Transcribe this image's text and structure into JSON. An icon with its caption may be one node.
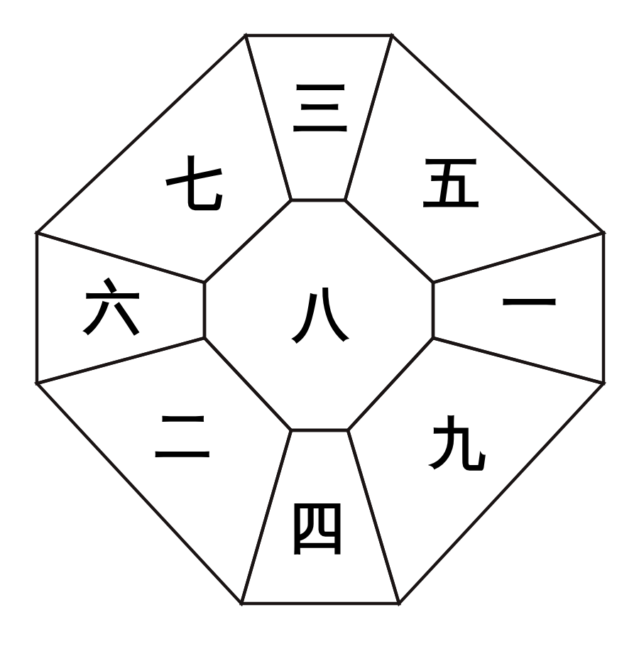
{
  "diagram": {
    "nodes": [
      {
        "text": [
          "三"
        ]
      },
      {
        "text": [
          "七"
        ]
      },
      {
        "text": [
          "五"
        ]
      },
      {
        "text": [
          "六"
        ]
      },
      {
        "text": [
          "八"
        ]
      },
      {
        "text": [
          "一"
        ]
      },
      {
        "text": [
          "二"
        ]
      },
      {
        "text": [
          "九"
        ]
      },
      {
        "text": [
          "四"
        ]
      }
    ]
  }
}
